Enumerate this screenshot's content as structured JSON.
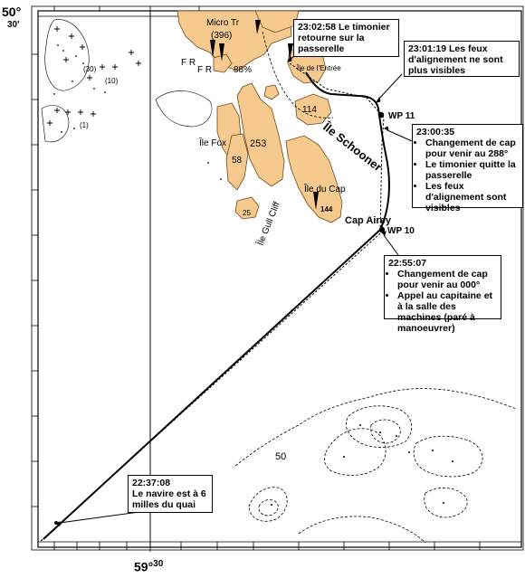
{
  "axes": {
    "lat_deg": "50°",
    "lat_min": "30'",
    "lon_deg": "59°",
    "lon_min": "30"
  },
  "places": {
    "micro": "Micro Tr",
    "micro_elev": "(396)",
    "ile_entree": "Île de l'Entrée",
    "ile_fox": "Île Fox",
    "ile_schooner": "Île Schooner",
    "ile_du_cap": "Île du Cap",
    "ile_gull_cliff": "Île Gull Cliff",
    "cap_airey": "Cap Airey"
  },
  "elevations": {
    "e114": "114",
    "e253": "253",
    "e58": "58",
    "e144": "144",
    "e25": "25",
    "e88": "88%"
  },
  "depths": {
    "d30": "(30)",
    "d10": "(10)",
    "d1": "(1)",
    "d50": "50"
  },
  "markers": {
    "fr1": "F R",
    "fr2": "F R"
  },
  "waypoints": {
    "wp11": "WP 11",
    "wp10": "WP 10"
  },
  "callouts": {
    "c_230258": {
      "time": "23:02:58",
      "text": "Le timonier retourne sur la passerelle"
    },
    "c_230119": {
      "time": "23:01:19",
      "text": "Les feux d'alignement ne sont plus visibles"
    },
    "c_230035": {
      "time": "23:00:35",
      "items": [
        "Changement de cap pour venir au 288°",
        "Le timonier quitte la passerelle",
        "Les feux d'alignement sont visibles"
      ]
    },
    "c_225507": {
      "time": "22:55:07",
      "items": [
        "Changement de cap pour venir au 000°",
        "Appel au capitaine et à la salle des machines (paré à manoeuvrer)"
      ]
    },
    "c_223708": {
      "time": "22:37:08",
      "text": "Le navire est à 6 milles du quai"
    }
  },
  "colors": {
    "land": "#f6c98f",
    "land_edge": "#6b4a1c",
    "track": "#000000"
  }
}
